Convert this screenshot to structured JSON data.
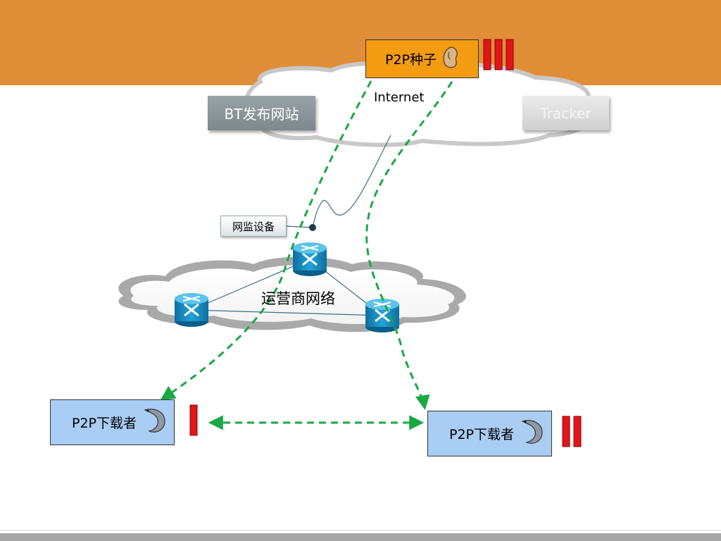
{
  "colors": {
    "banner": "#e08e38",
    "seed_box": "#f39c12",
    "downloader_box": "#a9cdf3",
    "arrow_green": "#1aa845",
    "progress_red": "#e0161b",
    "router_blue": "#1a8fc4"
  },
  "seed": {
    "label": "P2P种子",
    "icon": "bean-icon",
    "progress_bars": 3
  },
  "internet": {
    "label": "Internet"
  },
  "bt_site": {
    "label": "BT发布网站"
  },
  "tracker": {
    "label": "Tracker"
  },
  "monitor": {
    "label": "网监设备"
  },
  "isp_network": {
    "label": "运营商网络",
    "routers": 3
  },
  "downloaders": [
    {
      "label": "P2P下载者",
      "icon": "eel-icon",
      "progress_bars": 1
    },
    {
      "label": "P2P下载者",
      "icon": "eel-icon",
      "progress_bars": 2
    }
  ]
}
